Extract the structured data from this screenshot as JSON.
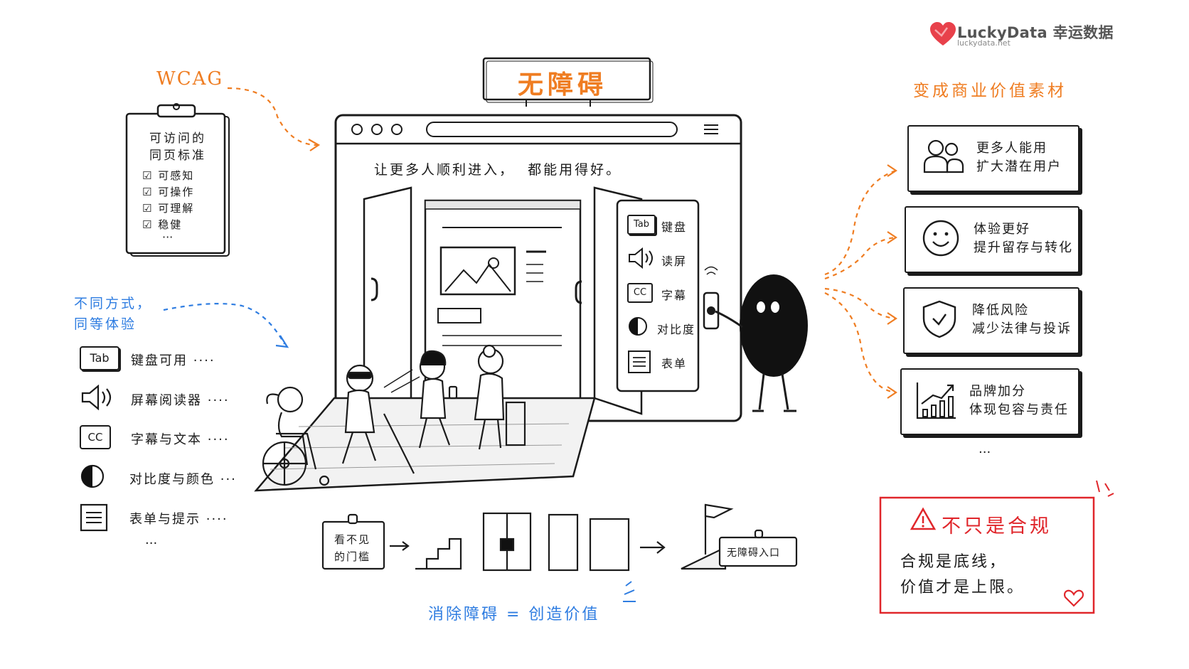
{
  "brand": {
    "name": "LuckyData 幸运数据",
    "url": "luckydata.net",
    "accent": "#e8414b"
  },
  "colors": {
    "ink": "#1b1b1b",
    "orange": "#ef7d22",
    "blue": "#2f7de1",
    "red": "#e0262b"
  },
  "top_sign": "无障碍",
  "headline": "让更多人顺利进入，  都能用得好。",
  "wcag": {
    "label": "WCAG",
    "clipboard_title_1": "可访问的",
    "clipboard_title_2": "同页标准",
    "items": [
      "可感知",
      "可操作",
      "可理解",
      "稳健"
    ],
    "more": "···"
  },
  "ways": {
    "title_1": "不同方式，",
    "title_2": "同等体验",
    "items": [
      {
        "icon": "tab-key-icon",
        "badge": "Tab",
        "label": "键盘可用 ····"
      },
      {
        "icon": "speaker-icon",
        "label": "屏幕阅读器 ····"
      },
      {
        "icon": "cc-icon",
        "badge": "CC",
        "label": "字幕与文本 ····"
      },
      {
        "icon": "contrast-icon",
        "label": "对比度与颜色 ···"
      },
      {
        "icon": "form-icon",
        "label": "表单与提示 ····"
      }
    ],
    "more": "···"
  },
  "panel": {
    "items": [
      {
        "icon": "tab-key-icon",
        "badge": "Tab",
        "label": "键盘"
      },
      {
        "icon": "speaker-icon",
        "label": "读屏"
      },
      {
        "icon": "cc-icon",
        "badge": "CC",
        "label": "字幕"
      },
      {
        "icon": "contrast-icon",
        "label": "对比度"
      },
      {
        "icon": "form-icon",
        "label": "表单"
      }
    ]
  },
  "value": {
    "title": "变成商业价值素材",
    "cards": [
      {
        "icon": "users-icon",
        "line1": "更多人能用",
        "line2": "扩大潜在用户"
      },
      {
        "icon": "smiley-icon",
        "line1": "体验更好",
        "line2": "提升留存与转化"
      },
      {
        "icon": "shield-icon",
        "line1": "降低风险",
        "line2": "减少法律与投诉"
      },
      {
        "icon": "growth-chart-icon",
        "line1": "品牌加分",
        "line2": "体现包容与责任"
      }
    ],
    "more": "···"
  },
  "compliance": {
    "title": "不只是合规",
    "line1": "合规是底线，",
    "line2": "价值才是上限。"
  },
  "bottom": {
    "barrier_tag_1": "看不见",
    "barrier_tag_2": "的门槛",
    "entrance_tag": "无障碍入口",
    "equation": "消除障碍 = 创造价值"
  }
}
